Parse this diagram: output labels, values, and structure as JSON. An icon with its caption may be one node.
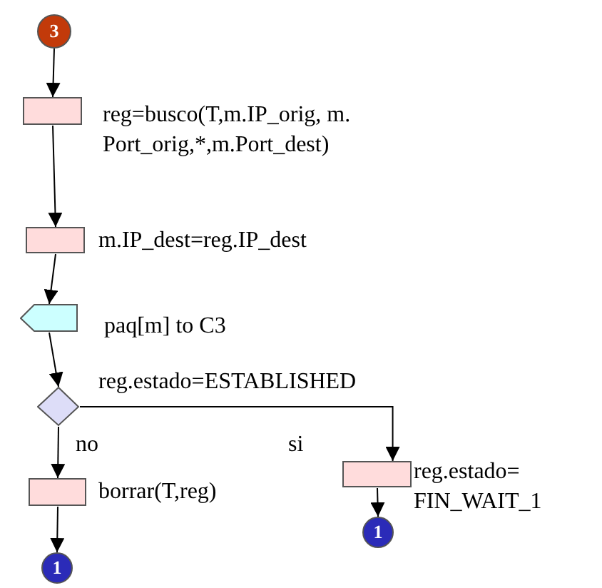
{
  "diagram": {
    "nodes": [
      {
        "text": [
          "3"
        ]
      },
      {
        "text": [],
        "shape": "box",
        "beside": [
          "reg=busco(T,m.IP_orig, m. Port_orig,*,m.Port_dest)"
        ]
      },
      {
        "text": [],
        "shape": "box",
        "beside": [
          "m.IP_dest=reg.IP_dest"
        ]
      },
      {
        "text": [],
        "shape": "pentagon",
        "beside": [
          "paq[m] to C3"
        ]
      },
      {
        "text": [],
        "shape": "diamond",
        "beside": [
          "reg.estado=ESTABLISHED"
        ]
      },
      {
        "text": [],
        "shape": "box",
        "beside": [
          "borrar(T,reg)"
        ]
      },
      {
        "text": [
          "1"
        ]
      },
      {
        "text": [],
        "shape": "box",
        "beside": [
          "reg.estado= FIN_WAIT_1"
        ]
      },
      {
        "text": [
          "1"
        ]
      }
    ],
    "edges": [
      {
        "from": 0,
        "to": 1,
        "arrow": "to"
      },
      {
        "from": 1,
        "to": 2,
        "arrow": "to"
      },
      {
        "from": 2,
        "to": 3,
        "arrow": "to"
      },
      {
        "from": 3,
        "to": 4,
        "arrow": "to"
      },
      {
        "from": 4,
        "to": 5,
        "arrow": "to",
        "label": "no"
      },
      {
        "from": 4,
        "to": 7,
        "arrow": "to",
        "label": "si"
      },
      {
        "from": 5,
        "to": 6,
        "arrow": "to"
      },
      {
        "from": 7,
        "to": 8,
        "arrow": "to"
      }
    ]
  }
}
